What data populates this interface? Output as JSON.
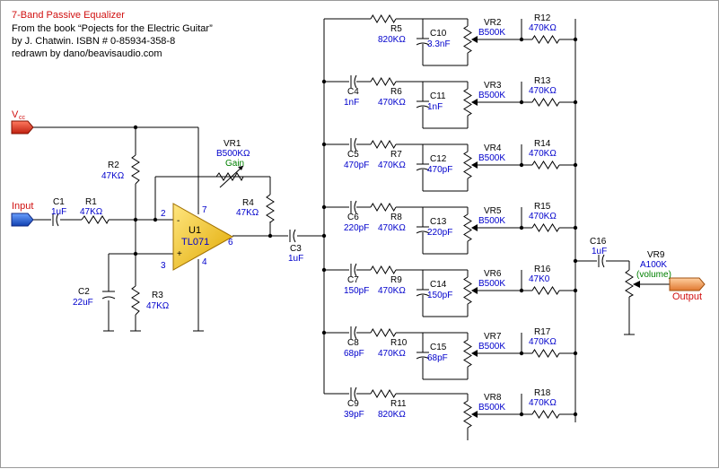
{
  "header": {
    "title": "7-Band Passive Equalizer",
    "line1": "From the book “Pojects for the Electric Guitar”",
    "line2": "by J. Chatwin. ISBN # 0-85934-358-8",
    "line3": "redrawn by dano/beavisaudio.com"
  },
  "ports": {
    "vcc": "V",
    "vcc_sub": "cc",
    "input": "Input",
    "output": "Output"
  },
  "opamp": {
    "ref": "U1",
    "part": "TL071",
    "pin2": "2",
    "pin3": "3",
    "pin4": "4",
    "pin6": "6",
    "pin7": "7",
    "minus": "-",
    "plus": "+"
  },
  "components": {
    "c1": {
      "ref": "C1",
      "value": "1uF"
    },
    "r1": {
      "ref": "R1",
      "value": "47KΩ"
    },
    "r2": {
      "ref": "R2",
      "value": "47KΩ"
    },
    "c2": {
      "ref": "C2",
      "value": "22uF"
    },
    "r3": {
      "ref": "R3",
      "value": "47KΩ"
    },
    "vr1": {
      "ref": "VR1",
      "value": "B500KΩ",
      "note": "Gain"
    },
    "r4": {
      "ref": "R4",
      "value": "47KΩ"
    },
    "c3": {
      "ref": "C3",
      "value": "1uF"
    },
    "c16": {
      "ref": "C16",
      "value": "1uF"
    },
    "vr9": {
      "ref": "VR9",
      "value": "A100K",
      "note": "(volume)"
    }
  },
  "bands": [
    {
      "cap": {
        "ref": "",
        "value": ""
      },
      "res": {
        "ref": "R5",
        "value": "820KΩ"
      },
      "cap2": {
        "ref": "C10",
        "value": "3.3nF"
      },
      "pot": {
        "ref": "VR2",
        "value": "B500K"
      },
      "res2": {
        "ref": "R12",
        "value": "470KΩ"
      }
    },
    {
      "cap": {
        "ref": "C4",
        "value": "1nF"
      },
      "res": {
        "ref": "R6",
        "value": "470KΩ"
      },
      "cap2": {
        "ref": "C11",
        "value": "1nF"
      },
      "pot": {
        "ref": "VR3",
        "value": "B500K"
      },
      "res2": {
        "ref": "R13",
        "value": "470KΩ"
      }
    },
    {
      "cap": {
        "ref": "C5",
        "value": "470pF"
      },
      "res": {
        "ref": "R7",
        "value": "470KΩ"
      },
      "cap2": {
        "ref": "C12",
        "value": "470pF"
      },
      "pot": {
        "ref": "VR4",
        "value": "B500K"
      },
      "res2": {
        "ref": "R14",
        "value": "470KΩ"
      }
    },
    {
      "cap": {
        "ref": "C6",
        "value": "220pF"
      },
      "res": {
        "ref": "R8",
        "value": "470KΩ"
      },
      "cap2": {
        "ref": "C13",
        "value": "220pF"
      },
      "pot": {
        "ref": "VR5",
        "value": "B500K"
      },
      "res2": {
        "ref": "R15",
        "value": "470KΩ"
      }
    },
    {
      "cap": {
        "ref": "C7",
        "value": "150pF"
      },
      "res": {
        "ref": "R9",
        "value": "470KΩ"
      },
      "cap2": {
        "ref": "C14",
        "value": "150pF"
      },
      "pot": {
        "ref": "VR6",
        "value": "B500K"
      },
      "res2": {
        "ref": "R16",
        "value": "47K0"
      }
    },
    {
      "cap": {
        "ref": "C8",
        "value": "68pF"
      },
      "res": {
        "ref": "R10",
        "value": "470KΩ"
      },
      "cap2": {
        "ref": "C15",
        "value": "68pF"
      },
      "pot": {
        "ref": "VR7",
        "value": "B500K"
      },
      "res2": {
        "ref": "R17",
        "value": "470KΩ"
      }
    },
    {
      "cap": {
        "ref": "C9",
        "value": "39pF"
      },
      "res": {
        "ref": "R11",
        "value": "820KΩ"
      },
      "cap2": {
        "ref": "",
        "value": ""
      },
      "pot": {
        "ref": "VR8",
        "value": "B500K"
      },
      "res2": {
        "ref": "R18",
        "value": "470KΩ"
      }
    }
  ],
  "colors": {
    "label": "#000000",
    "value": "#0000cc",
    "title": "#d01010",
    "gain": "#008000",
    "opamp_fill": "#f5c400",
    "vcc_fill": "#e03020",
    "input_fill": "#1a5fd8",
    "output_fill": "#f0a050"
  }
}
